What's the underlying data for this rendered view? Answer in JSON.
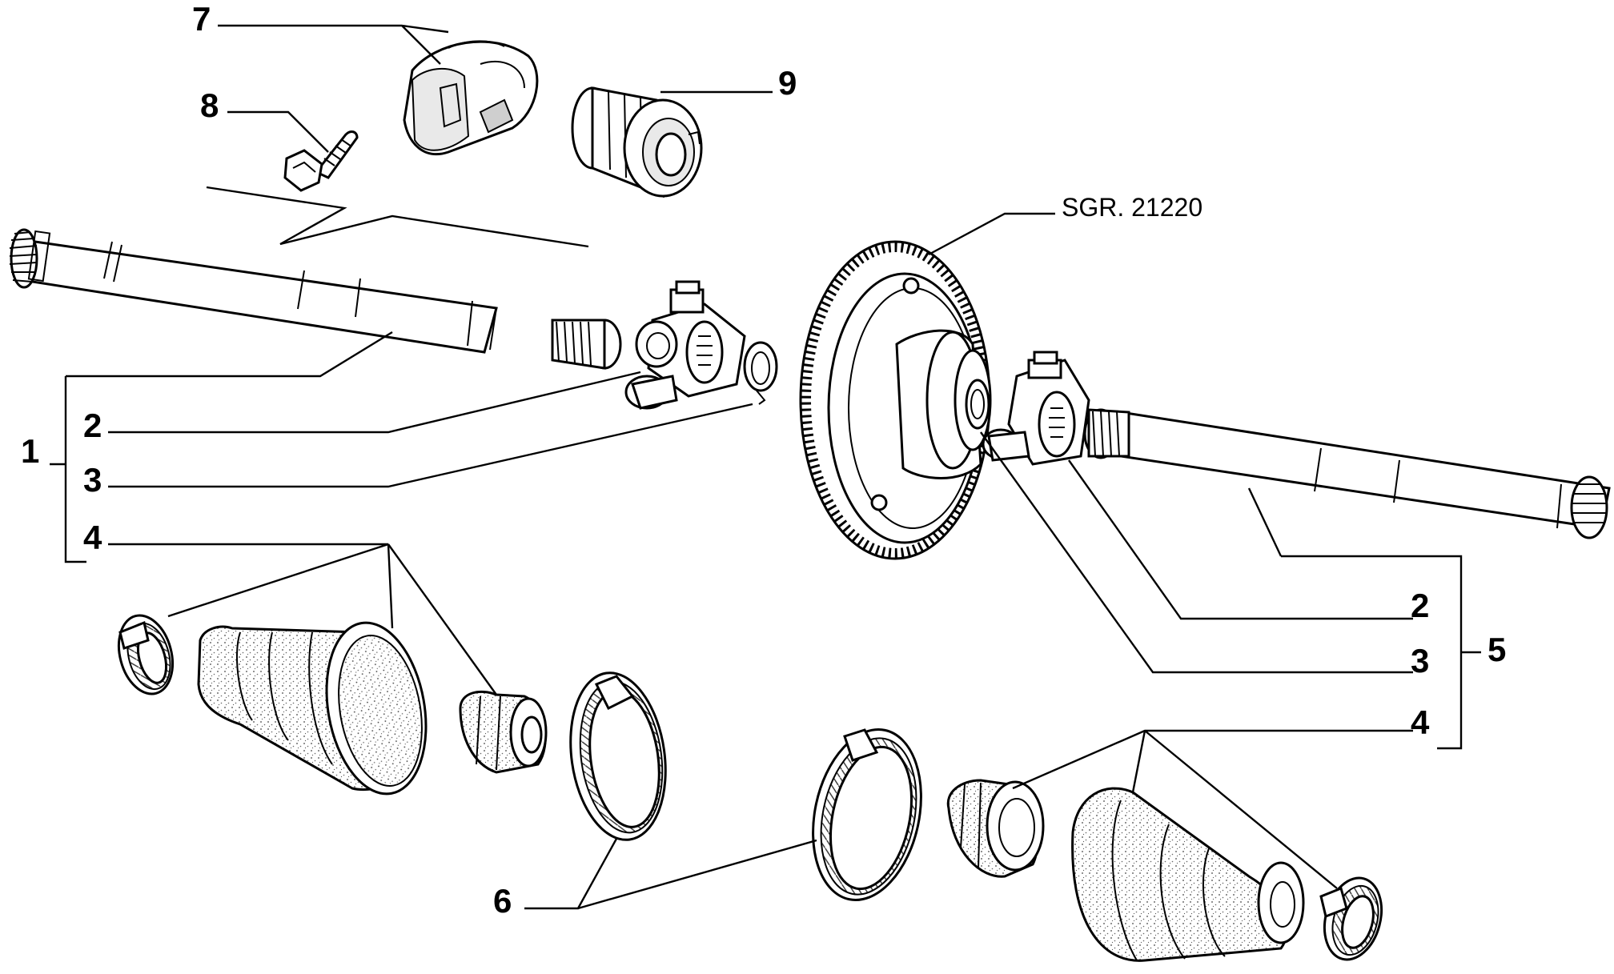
{
  "reference": "SGR. 21220",
  "labels": {
    "l1": "1",
    "l2_left": "2",
    "l3_left": "3",
    "l4_left": "4",
    "l2_right": "2",
    "l3_right": "3",
    "l4_right": "4",
    "l5": "5",
    "l6": "6",
    "l7": "7",
    "l8": "8",
    "l9": "9"
  }
}
